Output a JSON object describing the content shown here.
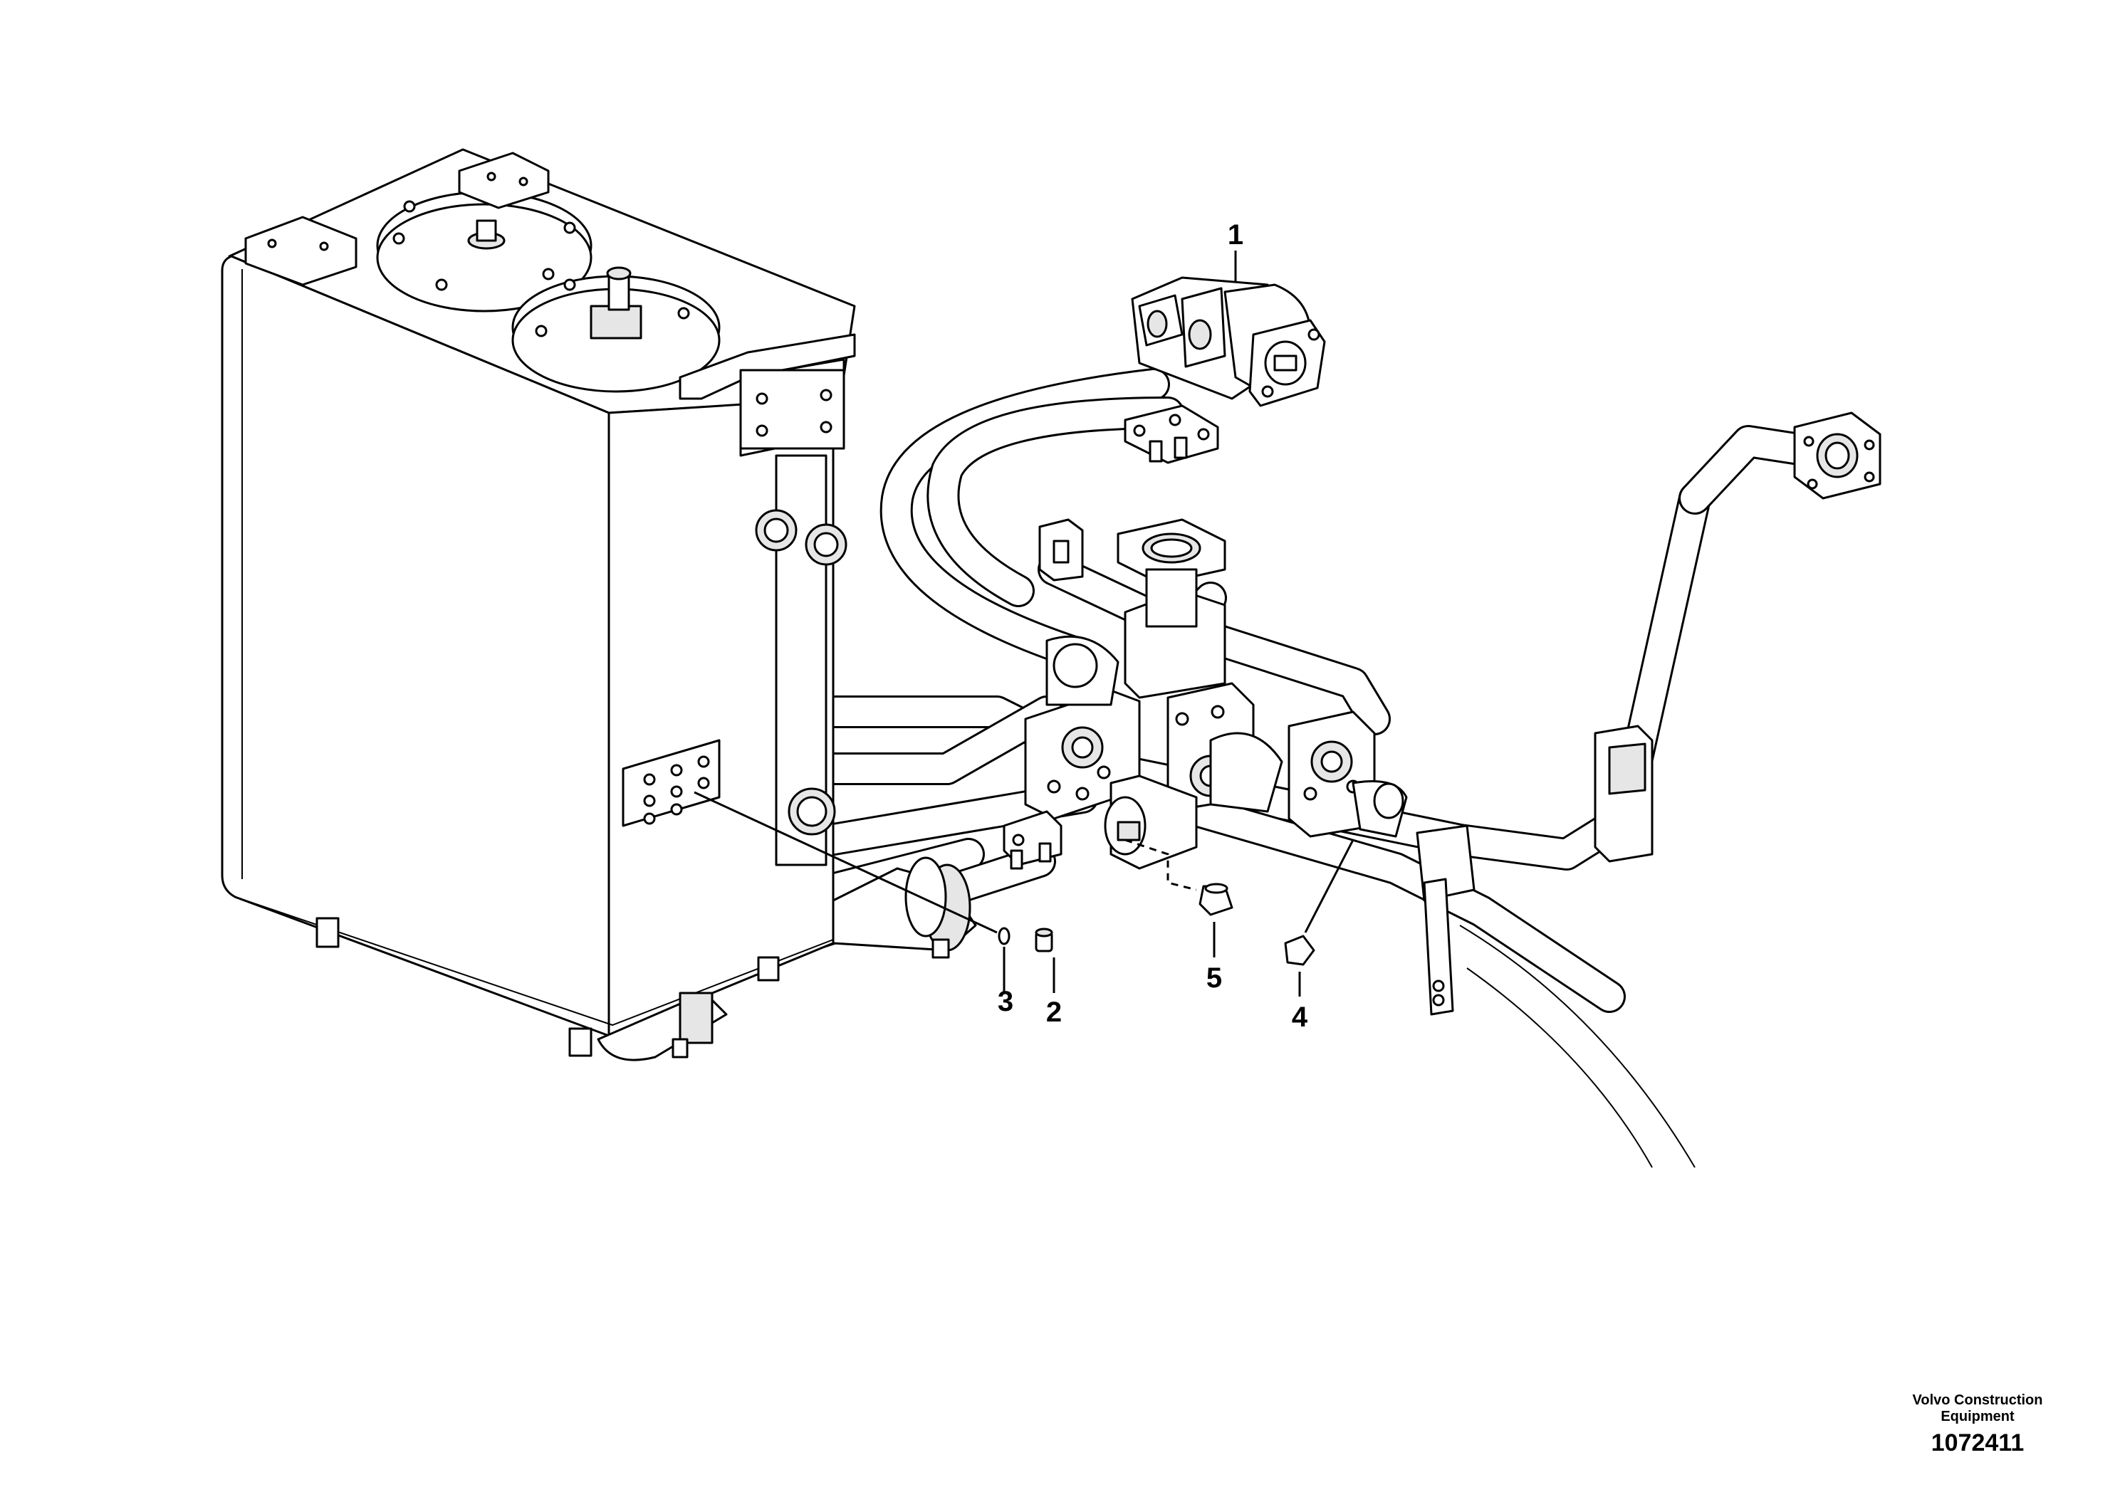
{
  "callouts": [
    {
      "id": "1",
      "label": "1"
    },
    {
      "id": "2",
      "label": "2"
    },
    {
      "id": "3",
      "label": "3"
    },
    {
      "id": "4",
      "label": "4"
    },
    {
      "id": "5",
      "label": "5"
    }
  ],
  "footer": {
    "company": "Volvo Construction\nEquipment",
    "drawing_number": "1072411"
  }
}
